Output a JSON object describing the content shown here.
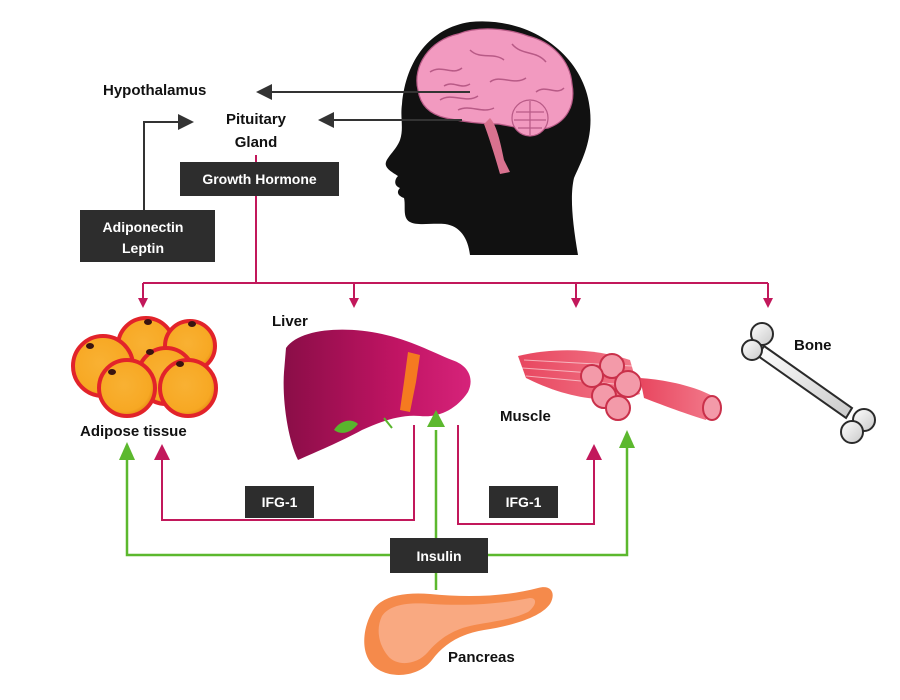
{
  "labels": {
    "hypothalamus": "Hypothalamus",
    "pituitary_line1": "Pituitary",
    "pituitary_line2": "Gland",
    "liver": "Liver",
    "adipose": "Adipose tissue",
    "muscle": "Muscle",
    "bone": "Bone",
    "pancreas": "Pancreas"
  },
  "boxes": {
    "growth_hormone": "Growth Hormone",
    "adiponectin": "Adiponectin",
    "leptin": "Leptin",
    "ifg_left": "IFG-1",
    "ifg_right": "IFG-1",
    "insulin": "Insulin"
  },
  "colors": {
    "hormone_arrow": "#c2185b",
    "insulin_arrow": "#5cb82e",
    "box_fill": "#2d2d2d",
    "head": "#111111",
    "brain": "#f29ac0",
    "fat_cell": "#f7a823",
    "fat_rim": "#e2232a",
    "liver": "#b0105a",
    "pancreas": "#f58a4b",
    "bone": "#d9d9d9"
  },
  "icons": [
    "head-silhouette-icon",
    "brain-icon",
    "fat-cells-icon",
    "liver-icon",
    "muscle-icon",
    "bone-icon",
    "pancreas-icon"
  ]
}
